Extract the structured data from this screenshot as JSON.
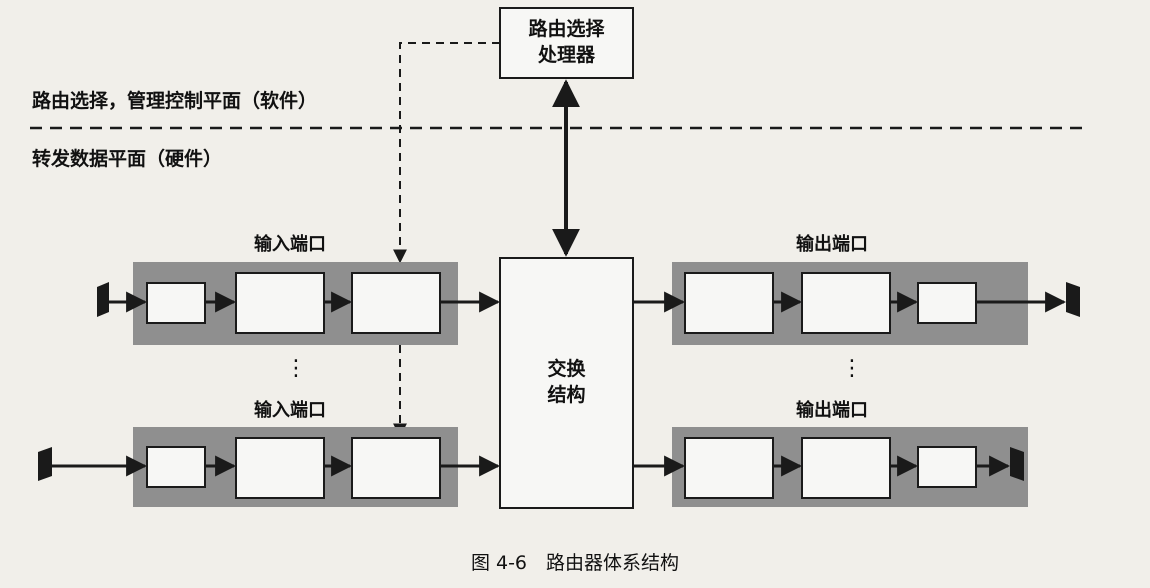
{
  "diagram": {
    "processor_label_line1": "路由选择",
    "processor_label_line2": "处理器",
    "control_plane_label": "路由选择，管理控制平面（软件）",
    "data_plane_label": "转发数据平面（硬件）",
    "input_port_top_label": "输入端口",
    "input_port_bottom_label": "输入端口",
    "output_port_top_label": "输出端口",
    "output_port_bottom_label": "输出端口",
    "switch_fabric_line1": "交换",
    "switch_fabric_line2": "结构",
    "vertical_ellipsis": "⋮",
    "caption": "图 4-6　路由器体系结构"
  },
  "colors": {
    "background": "#f1efea",
    "port_band": "#8f8f8f",
    "box_fill": "#f7f7f5",
    "line": "#1a1a1a"
  }
}
